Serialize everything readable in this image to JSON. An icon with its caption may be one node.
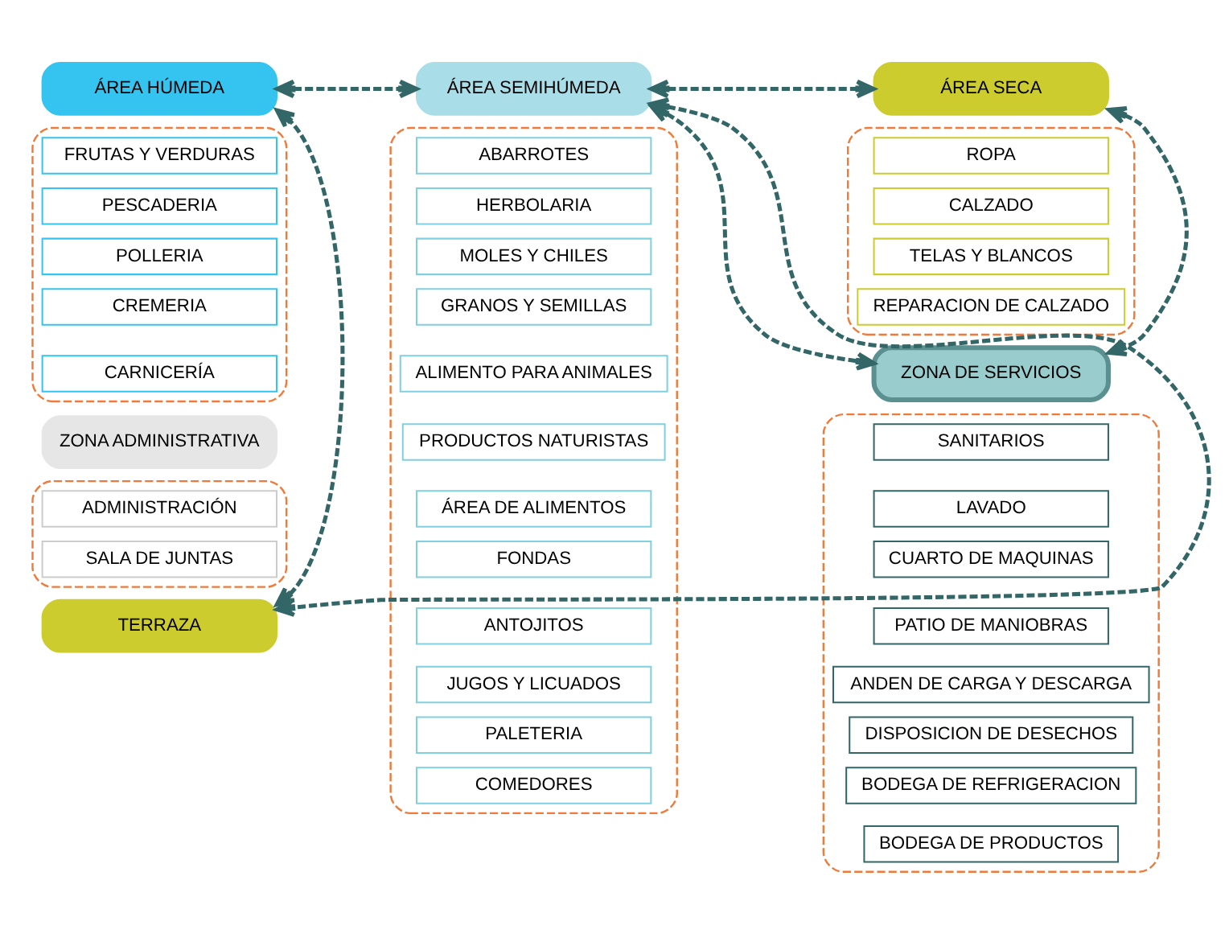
{
  "diagram": {
    "nodes": [
      {
        "text": [
          "ÁREA HÚMEDA"
        ]
      },
      {
        "text": [
          "ÁREA SEMIHÚMEDA"
        ]
      },
      {
        "text": [
          "ÁREA SECA"
        ]
      },
      {
        "text": [],
        "shape": "box"
      },
      {
        "text": [
          "FRUTAS Y VERDURAS"
        ],
        "in": 3
      },
      {
        "text": [
          "PESCADERIA"
        ],
        "in": 3
      },
      {
        "text": [
          "POLLERIA"
        ],
        "in": 3
      },
      {
        "text": [
          "CREMERIA"
        ],
        "in": 3
      },
      {
        "text": [
          "CARNICERÍA"
        ],
        "in": 3
      },
      {
        "text": [],
        "shape": "box"
      },
      {
        "text": [
          "ABARROTES"
        ],
        "in": 9
      },
      {
        "text": [
          "HERBOLARIA"
        ],
        "in": 9
      },
      {
        "text": [
          "MOLES Y CHILES"
        ],
        "in": 9
      },
      {
        "text": [
          "GRANOS Y SEMILLAS"
        ],
        "in": 9
      },
      {
        "text": [
          "ALIMENTO PARA ANIMALES"
        ],
        "in": 9
      },
      {
        "text": [
          "PRODUCTOS NATURISTAS"
        ],
        "in": 9
      },
      {
        "text": [
          "ÁREA DE ALIMENTOS"
        ],
        "in": 9
      },
      {
        "text": [
          "FONDAS"
        ],
        "in": 9
      },
      {
        "text": [
          "ANTOJITOS"
        ],
        "in": 9
      },
      {
        "text": [
          "JUGOS Y LICUADOS"
        ],
        "in": 9
      },
      {
        "text": [
          "PALETERIA"
        ],
        "in": 9
      },
      {
        "text": [
          "COMEDORES"
        ],
        "in": 9
      },
      {
        "text": [],
        "shape": "box"
      },
      {
        "text": [
          "ROPA"
        ],
        "in": 22
      },
      {
        "text": [
          "CALZADO"
        ],
        "in": 22
      },
      {
        "text": [
          "TELAS Y BLANCOS"
        ],
        "in": 22
      },
      {
        "text": [
          "REPARACION DE CALZADO"
        ],
        "in": 22
      },
      {
        "text": [
          "ZONA ADMINISTRATIVA"
        ]
      },
      {
        "text": [],
        "shape": "box"
      },
      {
        "text": [
          "ADMINISTRACIÓN"
        ],
        "in": 28
      },
      {
        "text": [
          "SALA DE JUNTAS"
        ],
        "in": 28
      },
      {
        "text": [
          "ZONA DE SERVICIOS"
        ]
      },
      {
        "text": [],
        "shape": "box"
      },
      {
        "text": [
          "SANITARIOS"
        ],
        "in": 32
      },
      {
        "text": [
          "LAVADO"
        ],
        "in": 32
      },
      {
        "text": [
          "CUARTO DE MAQUINAS"
        ],
        "in": 32
      },
      {
        "text": [
          "PATIO DE MANIOBRAS"
        ],
        "in": 32
      },
      {
        "text": [
          "ANDEN DE CARGA Y DESCARGA"
        ],
        "in": 32
      },
      {
        "text": [
          "DISPOSICION DE DESECHOS"
        ],
        "in": 32
      },
      {
        "text": [
          "BODEGA DE REFRIGERACION"
        ],
        "in": 32
      },
      {
        "text": [
          "BODEGA DE PRODUCTOS"
        ],
        "in": 32
      },
      {
        "text": [
          "TERRAZA"
        ]
      }
    ],
    "edges": [
      {
        "from": 41,
        "to": 0,
        "arrow": "both",
        "style": "dashed"
      },
      {
        "from": 0,
        "to": 1,
        "arrow": "both",
        "style": "dashed"
      },
      {
        "from": 1,
        "to": 41,
        "arrow": "both",
        "style": "dashed"
      },
      {
        "from": 1,
        "to": 2,
        "arrow": "both",
        "style": "dashed"
      },
      {
        "from": 1,
        "to": 31,
        "arrow": "both",
        "style": "dashed"
      },
      {
        "from": 2,
        "to": 31,
        "arrow": "both",
        "style": "dashed"
      }
    ]
  }
}
